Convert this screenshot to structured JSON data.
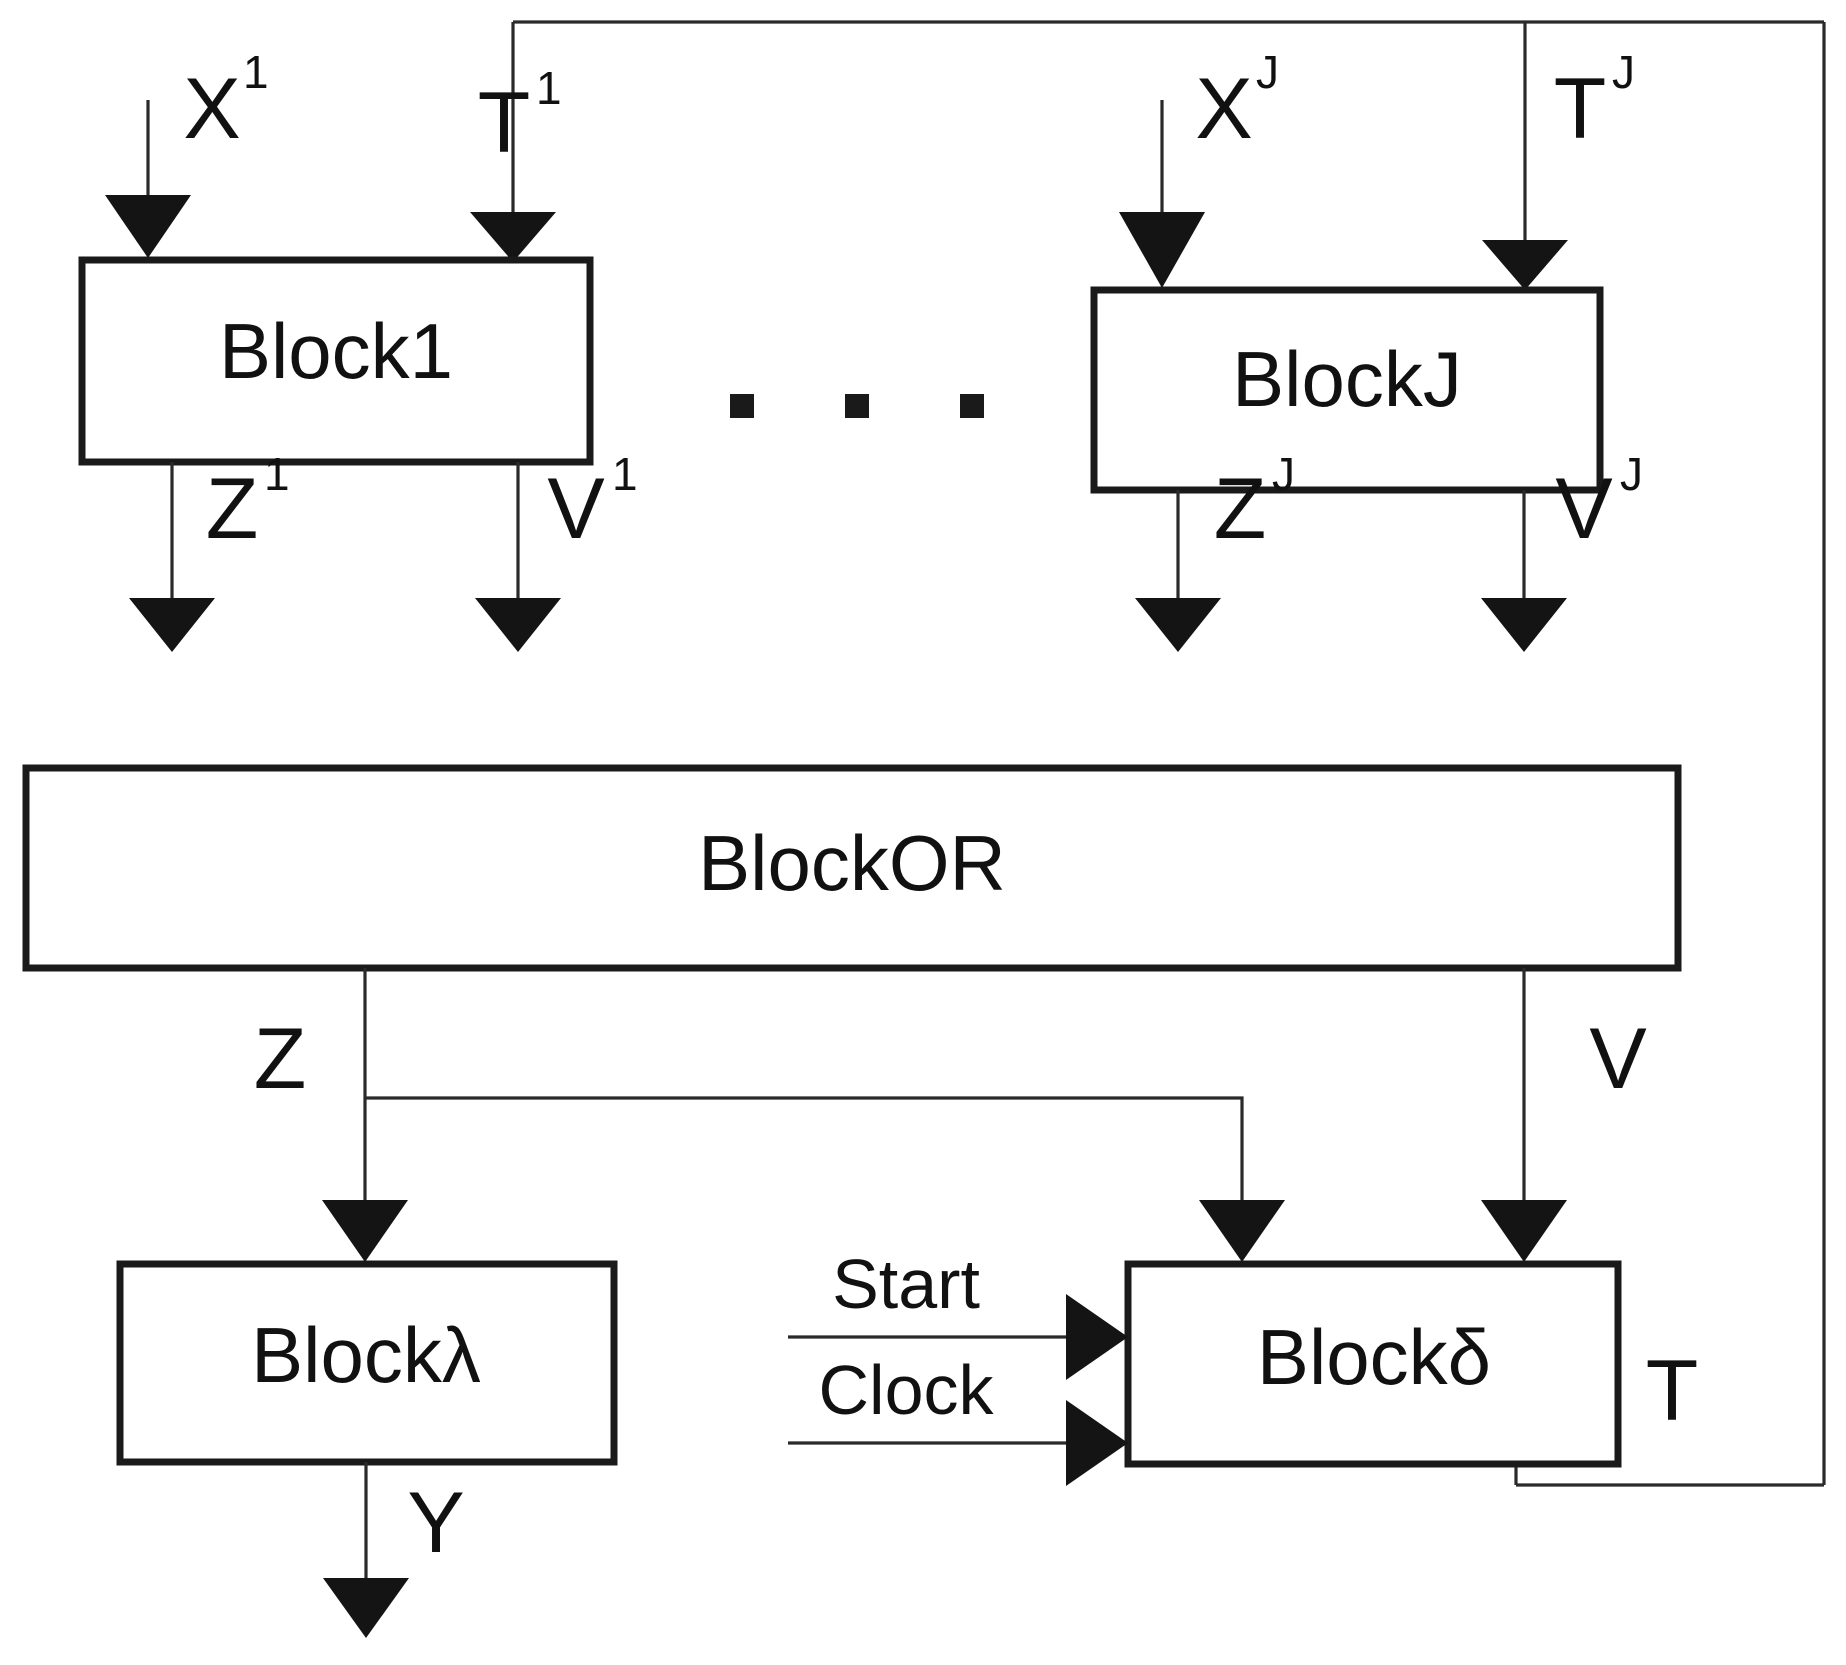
{
  "diagram": {
    "title": "Block diagram of a parallel block structure with feedback",
    "background_color": "#ffffff",
    "line_color": "#1a1a1a",
    "text_color": "#111111"
  },
  "blocks": [
    {
      "id": "block1",
      "label": "Block1"
    },
    {
      "id": "blockJ",
      "label": "BlockJ"
    },
    {
      "id": "blockOR",
      "label": "BlockOR"
    },
    {
      "id": "blockLam",
      "label": "Blockλ"
    },
    {
      "id": "blockDel",
      "label": "Blockδ"
    }
  ],
  "ellipsis": {
    "symbol": "▪",
    "count": 3
  },
  "signals": {
    "x1": {
      "base": "X",
      "sup": "1"
    },
    "t1": {
      "base": "T",
      "sup": "1"
    },
    "xj": {
      "base": "X",
      "sup": "J"
    },
    "tj": {
      "base": "T",
      "sup": "J"
    },
    "z1": {
      "base": "Z",
      "sup": "1"
    },
    "v1": {
      "base": "V",
      "sup": "1"
    },
    "zj": {
      "base": "Z",
      "sup": "J"
    },
    "vj": {
      "base": "V",
      "sup": "J"
    },
    "z": {
      "base": "Z",
      "sup": ""
    },
    "v": {
      "base": "V",
      "sup": ""
    },
    "y": {
      "base": "Y",
      "sup": ""
    },
    "t": {
      "base": "T",
      "sup": ""
    }
  },
  "inputs": {
    "start": "Start",
    "clock": "Clock"
  }
}
